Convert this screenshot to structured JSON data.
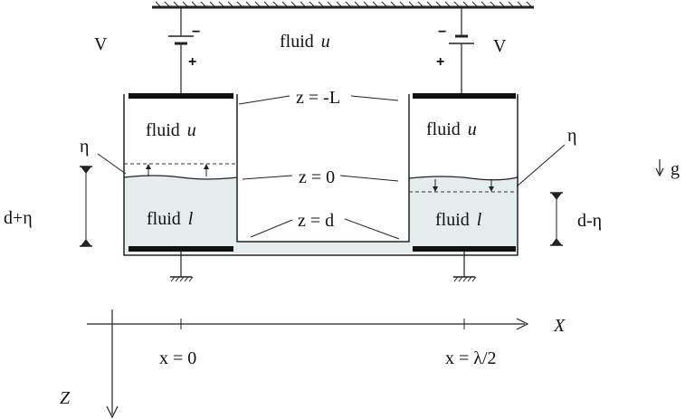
{
  "voltage_label": "V",
  "plus_sign": "+",
  "minus_sign": "−",
  "fluids": {
    "upper_word": "fluid",
    "upper_symbol": "u",
    "lower_word": "fluid",
    "lower_symbol": "l"
  },
  "levels": {
    "top": "z = -L",
    "interface": "z = 0",
    "bottom": "z = d"
  },
  "perturbation": "η",
  "left_height": "d+η",
  "right_height": "d-η",
  "gravity": "g",
  "axes": {
    "x_label": "X",
    "z_label": "Z",
    "x_tick_left": "x = 0",
    "x_tick_right": "x = λ/2"
  },
  "colors": {
    "lower_fluid": "#e4ecec",
    "ink": "#222222"
  }
}
